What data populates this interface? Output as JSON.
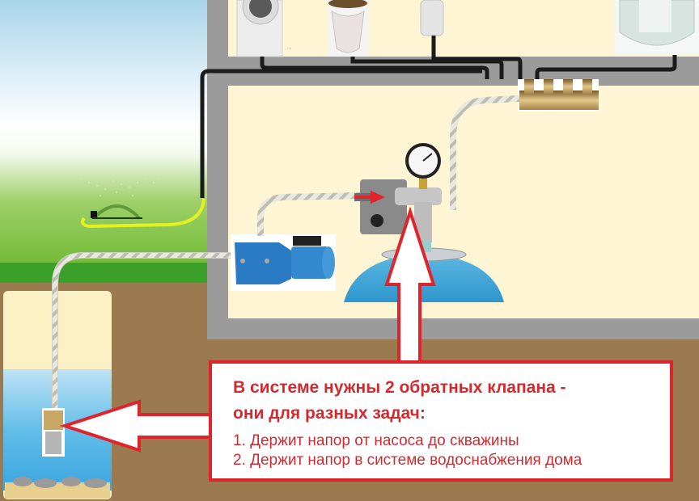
{
  "title": "Схема водоснабжения частного дома с насосной станцией и двумя обратными клапанами",
  "colors": {
    "accent_red": "#e0242b",
    "text_red": "#d12a2f",
    "soil": "#9a7a4e",
    "wall": "#9b9b9b",
    "room": "#fdf5d3",
    "grass": "#6ab82a",
    "water": "#4aaee0",
    "tank_blue": "#3aa1d6",
    "pump_blue": "#2a7bc4",
    "brass": "#c9a865",
    "yellow_hose": "#e4f020"
  },
  "components": {
    "appliances": [
      "washing-machine",
      "toilet",
      "water-heater",
      "shower-cabin"
    ],
    "manifold_outlets": 4,
    "pump": "surface-jet-pump",
    "pressure_switch": "pressure-switch",
    "gauge": "pressure-gauge",
    "tank": "hydraulic-accumulator",
    "well_valve": "check-valve-with-strainer",
    "garden": "lawn-sprinkler"
  },
  "callout": {
    "heading_line1": "В системе нужны 2 обратных клапана -",
    "heading_line2": "они для разных задач:",
    "items": [
      "1. Держит напор от насоса до скважины",
      "2. Держит напор в системе водоснабжения дома"
    ]
  }
}
